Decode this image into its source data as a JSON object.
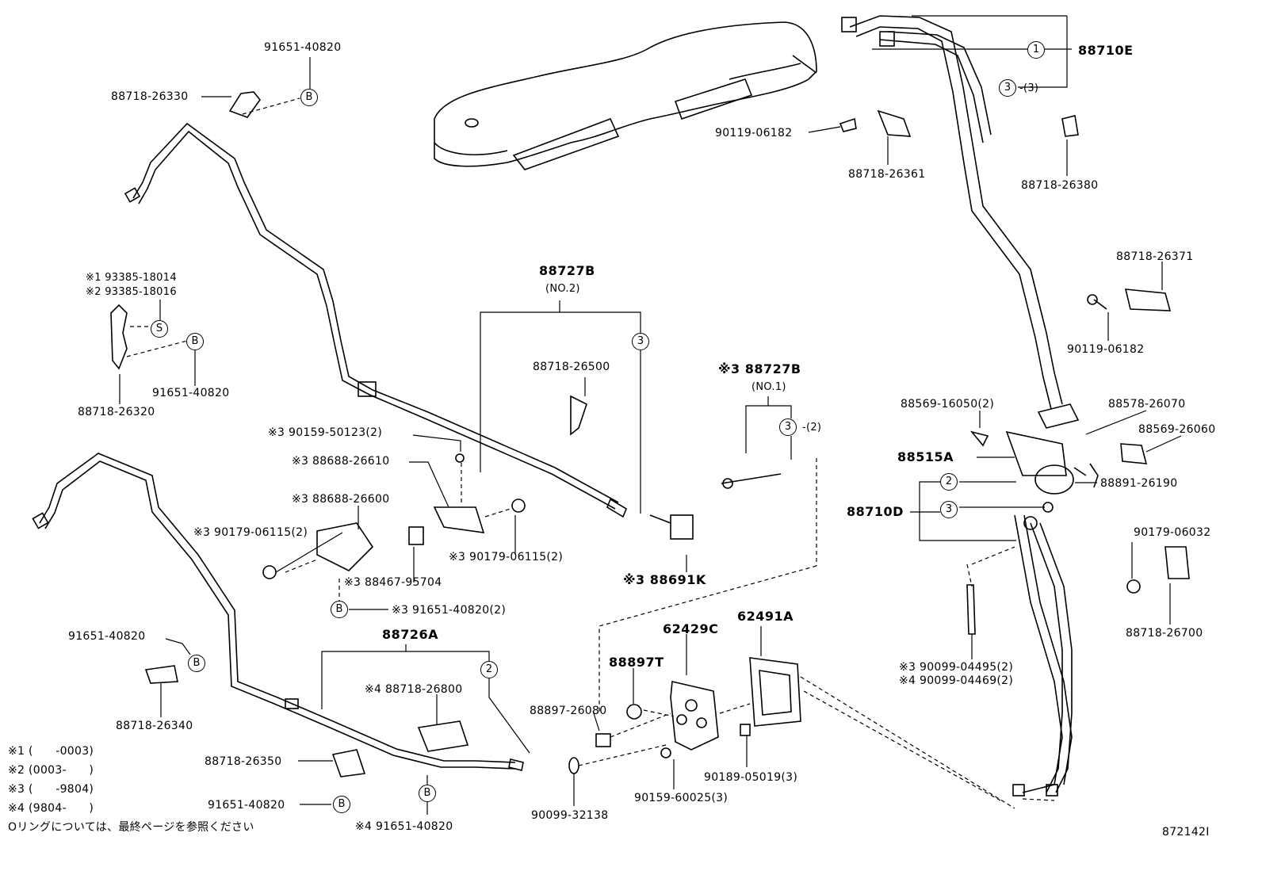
{
  "labels": {
    "p91651_40820_top": "91651-40820",
    "p88718_26330": "88718-26330",
    "p93385_18014": "※1 93385-18014",
    "p93385_18016": "※2 93385-18016",
    "p91651_40820_left": "91651-40820",
    "p88718_26320": "88718-26320",
    "p88727B_no2": "88727B",
    "no2": "(NO.2)",
    "p88718_26500": "88718-26500",
    "p90159_50123": "※3 90159-50123(2)",
    "p88688_26610": "※3 88688-26610",
    "p88688_26600": "※3 88688-26600",
    "p90179_06115_left": "※3 90179-06115(2)",
    "p90179_06115_right": "※3 90179-06115(2)",
    "p88467_95704": "※3 88467-95704",
    "p91651_40820_2": "※3 91651-40820(2)",
    "p88727B_no1": "※3 88727B",
    "no1": "(NO.1)",
    "qty2_no1": "-(2)",
    "p88691K": "※3 88691K",
    "p91651_40820_mid": "91651-40820",
    "p88718_26340": "88718-26340",
    "p88726A": "88726A",
    "p88718_26800": "※4 88718-26800",
    "p88718_26350": "88718-26350",
    "p91651_40820_bot": "91651-40820",
    "p91651_40820_x4": "※4 91651-40820",
    "p88897T": "88897T",
    "p88897_26080": "88897-26080",
    "p62429C": "62429C",
    "p62491A": "62491A",
    "p90099_32138": "90099-32138",
    "p90159_60025": "90159-60025(3)",
    "p90189_05019": "90189-05019(3)",
    "p90119_06182_top": "90119-06182",
    "p88718_26361": "88718-26361",
    "p88710E": "88710E",
    "qty3_top": "-(3)",
    "p88718_26380": "88718-26380",
    "p88718_26371": "88718-26371",
    "p90119_06182_right": "90119-06182",
    "p88569_16050": "88569-16050(2)",
    "p88578_26070": "88578-26070",
    "p88569_26060": "88569-26060",
    "p88515A": "88515A",
    "p88891_26190": "88891-26190",
    "p88710D": "88710D",
    "p90179_06032": "90179-06032",
    "p88718_26700": "88718-26700",
    "p90099_04495": "※3 90099-04495(2)",
    "p90099_04469": "※4 90099-04469(2)",
    "note1": "※1 (      -0003)",
    "note2": "※2 (0003-      )",
    "note3": "※3 (      -9804)",
    "note4": "※4 (9804-      )",
    "oring_note": "Oリングについては、最終ページを参照ください",
    "figure_no": "872142I"
  },
  "markers": {
    "B": "B",
    "S": "S",
    "one": "1",
    "two": "2",
    "three": "3"
  }
}
